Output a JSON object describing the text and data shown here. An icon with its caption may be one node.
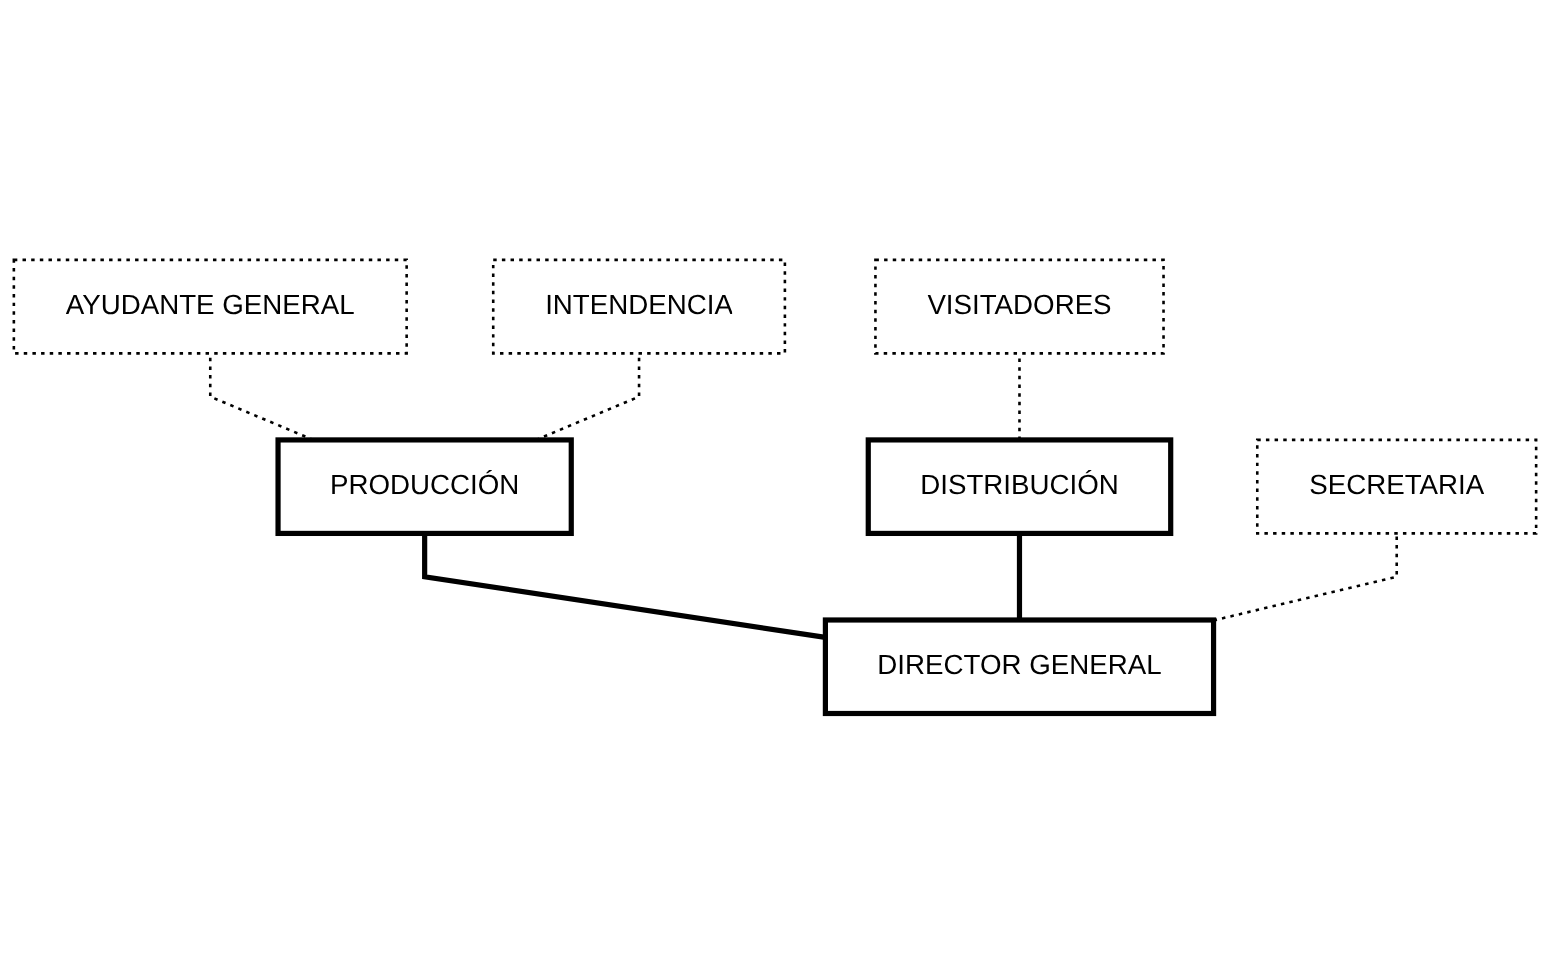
{
  "diagram": {
    "nodes": [
      {
        "text": [
          "AYUDANTE GENERAL"
        ]
      },
      {
        "text": [
          "INTENDENCIA"
        ]
      },
      {
        "text": [
          "VISITADORES"
        ]
      },
      {
        "text": [
          "PRODUCCIÓN"
        ]
      },
      {
        "text": [
          "DISTRIBUCIÓN"
        ]
      },
      {
        "text": [
          "SECRETARIA"
        ]
      },
      {
        "text": [
          "DIRECTOR GENERAL"
        ]
      }
    ],
    "edges": [
      {
        "from": 3,
        "to": 0,
        "arrow": "none",
        "style": "dashed"
      },
      {
        "from": 3,
        "to": 1,
        "arrow": "none",
        "style": "dashed"
      },
      {
        "from": 4,
        "to": 2,
        "arrow": "none",
        "style": "dashed"
      },
      {
        "from": 6,
        "to": 3,
        "arrow": "none"
      },
      {
        "from": 6,
        "to": 4,
        "arrow": "none"
      },
      {
        "from": 6,
        "to": 5,
        "arrow": "none",
        "style": "dashed"
      }
    ]
  }
}
